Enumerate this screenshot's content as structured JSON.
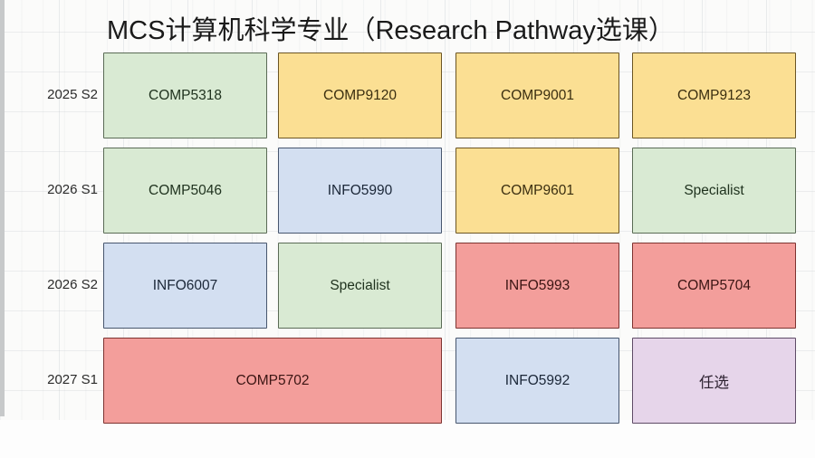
{
  "title": "MCS计算机科学专业（Research Pathway选课）",
  "row_labels": [
    "2025 S2",
    "2026 S1",
    "2026 S2",
    "2027 S1"
  ],
  "colors": {
    "green": "#d9ead3",
    "yellow": "#fbdf93",
    "blue": "#d3dff1",
    "red": "#f39e9b",
    "purple": "#e6d5ea",
    "background": "#fbfbfa",
    "grid_line": "#bec3c8"
  },
  "rows": [
    {
      "label": "2025 S2",
      "cells": [
        {
          "text": "COMP5318",
          "color": "green",
          "span": 1
        },
        {
          "text": "COMP9120",
          "color": "yellow",
          "span": 1
        },
        {
          "text": "COMP9001",
          "color": "yellow",
          "span": 1
        },
        {
          "text": "COMP9123",
          "color": "yellow",
          "span": 1
        }
      ]
    },
    {
      "label": "2026 S1",
      "cells": [
        {
          "text": "COMP5046",
          "color": "green",
          "span": 1
        },
        {
          "text": "INFO5990",
          "color": "blue",
          "span": 1
        },
        {
          "text": "COMP9601",
          "color": "yellow",
          "span": 1
        },
        {
          "text": "Specialist",
          "color": "green",
          "span": 1
        }
      ]
    },
    {
      "label": "2026 S2",
      "cells": [
        {
          "text": "INFO6007",
          "color": "blue",
          "span": 1
        },
        {
          "text": "Specialist",
          "color": "green",
          "span": 1
        },
        {
          "text": "INFO5993",
          "color": "red",
          "span": 1
        },
        {
          "text": "COMP5704",
          "color": "red",
          "span": 1
        }
      ]
    },
    {
      "label": "2027 S1",
      "cells": [
        {
          "text": "COMP5702",
          "color": "red",
          "span": 2
        },
        {
          "text": "INFO5992",
          "color": "blue",
          "span": 1
        },
        {
          "text": "任选",
          "color": "purple",
          "span": 1
        }
      ]
    }
  ]
}
